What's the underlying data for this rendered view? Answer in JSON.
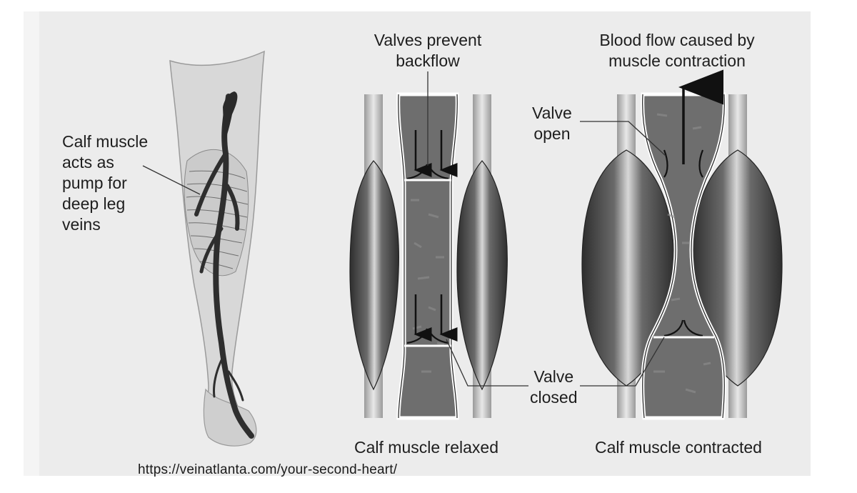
{
  "labels": {
    "calf_muscle_pump": [
      "Calf muscle",
      "acts as",
      "pump for",
      "deep leg",
      "veins"
    ],
    "valves_prevent_backflow": [
      "Valves prevent",
      "backflow"
    ],
    "blood_flow_caused": [
      "Blood flow caused by",
      "muscle contraction"
    ],
    "valve_open": [
      "Valve",
      "open"
    ],
    "valve_closed": [
      "Valve",
      "closed"
    ],
    "caption_relaxed": "Calf muscle relaxed",
    "caption_contracted": "Calf muscle contracted"
  },
  "source_url": "https://veinatlanta.com/your-second-heart/",
  "colors": {
    "background_panel": "#ececec",
    "skin": "#d7d7d7",
    "vein_dark": "#3a3a3a",
    "vein_fill": "#7a7a7a",
    "muscle": "#3f3f3f",
    "vessel_outline": "#ffffff"
  }
}
